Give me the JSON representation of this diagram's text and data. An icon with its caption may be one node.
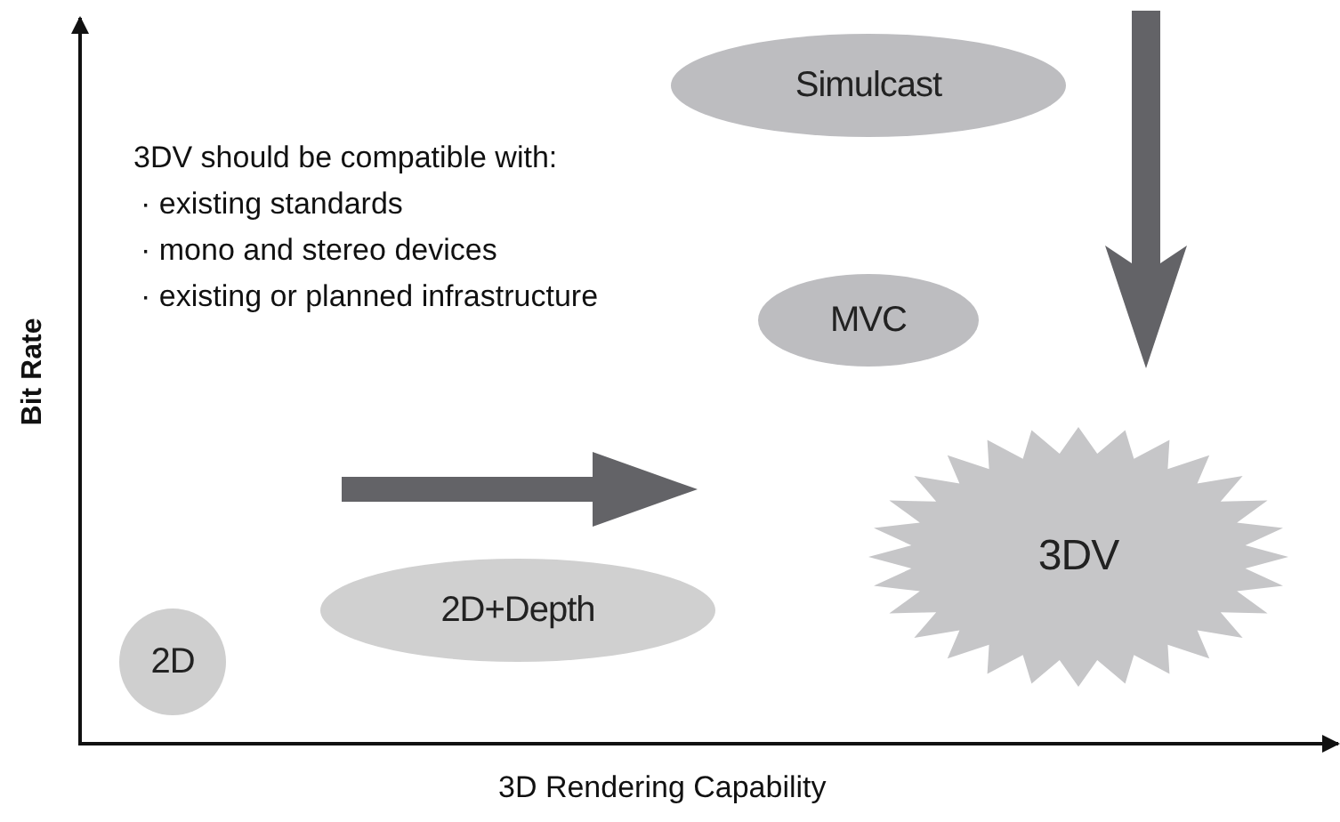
{
  "diagram": {
    "nodes": [
      {
        "text": [
          "Simulcast"
        ]
      },
      {
        "text": [
          "MVC"
        ]
      },
      {
        "text": [
          "3DV"
        ]
      },
      {
        "text": [
          "2D+Depth"
        ]
      },
      {
        "text": [
          "2D"
        ]
      }
    ],
    "labels": [
      "3DV should be compatible with:",
      "· existing standards",
      "· mono and stereo devices",
      "· existing or planned infrastructure",
      "Bit Rate",
      "3D Rendering Capability"
    ]
  }
}
